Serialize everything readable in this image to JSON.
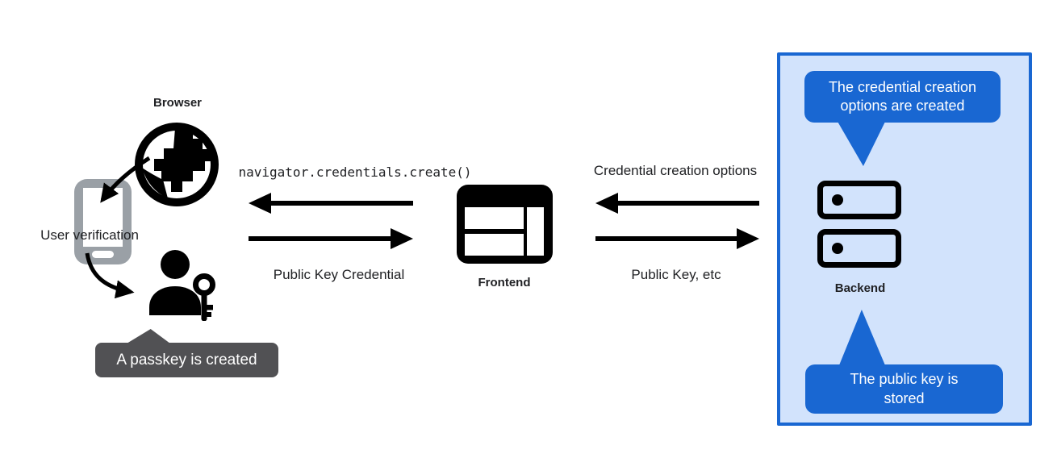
{
  "colors": {
    "accent-blue": "#1967d2",
    "panel-bg": "#d2e3fc",
    "tooltip-gray": "#515154",
    "phone-gray": "#9aa0a6",
    "icon-black": "#000000",
    "text-dark": "#202124"
  },
  "nodes": {
    "browser": {
      "label": "Browser"
    },
    "user_verification": {
      "label": "User verification"
    },
    "frontend": {
      "label": "Frontend"
    },
    "backend": {
      "label": "Backend"
    }
  },
  "messages": {
    "frontend_to_browser": "navigator.credentials.create()",
    "browser_to_frontend": "Public Key Credential",
    "backend_to_frontend": "Credential creation options",
    "frontend_to_backend": "Public Key, etc"
  },
  "callouts": {
    "passkey_created": "A passkey is created",
    "options_created": "The credential creation options are created",
    "public_key_stored": "The public key is stored"
  }
}
